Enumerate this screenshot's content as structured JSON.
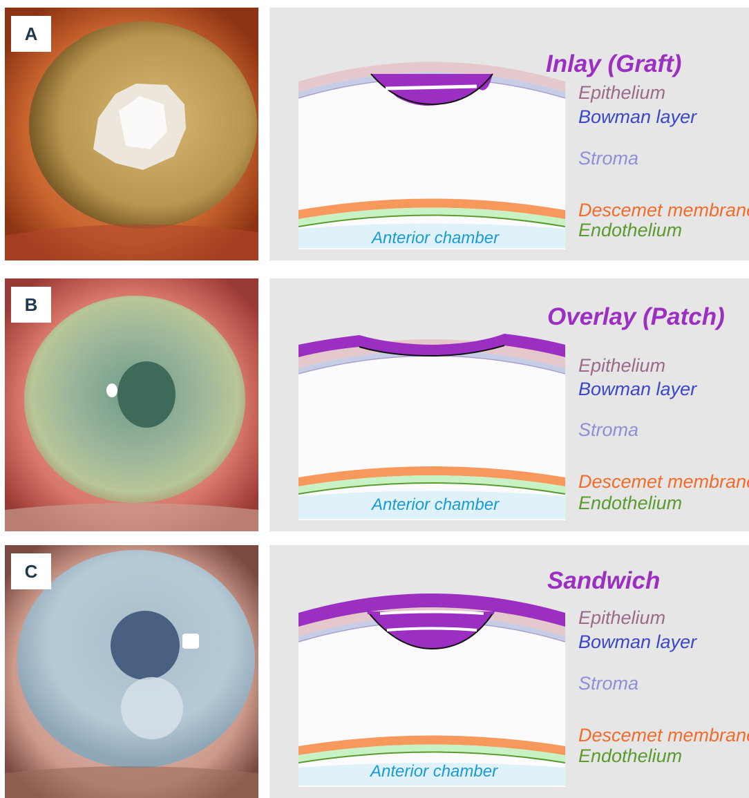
{
  "panels": [
    {
      "letter": "A",
      "title": "Inlay (Graft)",
      "layers": {
        "epithelium": "Epithelium",
        "bowman": "Bowman layer",
        "stroma": "Stroma",
        "descemet": "Descemet membrane",
        "endothelium": "Endothelium",
        "anterior_chamber": "Anterior chamber"
      }
    },
    {
      "letter": "B",
      "title": "Overlay (Patch)",
      "layers": {
        "epithelium": "Epithelium",
        "bowman": "Bowman layer",
        "stroma": "Stroma",
        "descemet": "Descemet membrane",
        "endothelium": "Endothelium",
        "anterior_chamber": "Anterior chamber"
      }
    },
    {
      "letter": "C",
      "title": "Sandwich",
      "layers": {
        "epithelium": "Epithelium",
        "bowman": "Bowman layer",
        "stroma": "Stroma",
        "descemet": "Descemet membrane",
        "endothelium": "Endothelium",
        "anterior_chamber": "Anterior chamber"
      }
    }
  ],
  "colors": {
    "graft": "#9b2fc2",
    "epithelium": "#9a6a8a",
    "bowman": "#3b46c8",
    "stroma": "#8f8fd6",
    "descemet": "#f26b2a",
    "endothelium": "#5a9a2e",
    "anterior_chamber": "#1a9ad6",
    "panel_bg": "#e6e6e6"
  }
}
